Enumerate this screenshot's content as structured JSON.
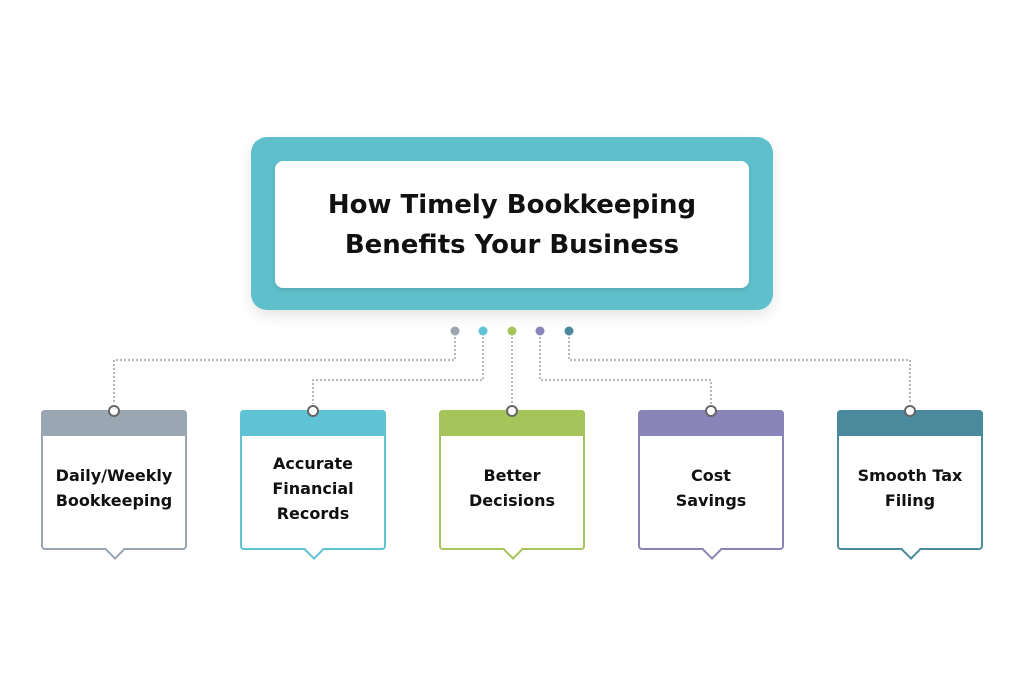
{
  "title": {
    "lines": [
      "How Timely Bookkeeping",
      "Benefits Your Business"
    ],
    "frame_color": "#5fc0cc"
  },
  "cards": [
    {
      "lines": [
        "Daily/Weekly",
        "Bookkeeping"
      ],
      "color": "#9aa6b1"
    },
    {
      "lines": [
        "Accurate",
        "Financial",
        "Records"
      ],
      "color": "#5fc2d5"
    },
    {
      "lines": [
        "Better",
        "Decisions"
      ],
      "color": "#a5c45a"
    },
    {
      "lines": [
        "Cost",
        "Savings"
      ],
      "color": "#8a85b8"
    },
    {
      "lines": [
        "Smooth Tax",
        "Filing"
      ],
      "color": "#4b8a9d"
    }
  ],
  "connector_color": "#8a8a8a"
}
